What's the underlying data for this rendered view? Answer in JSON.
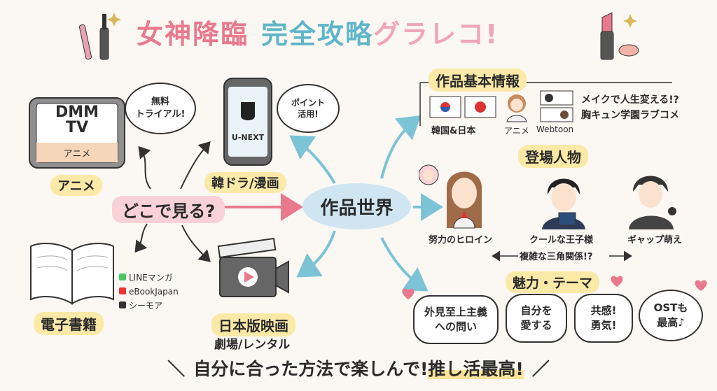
{
  "title": {
    "part1": "女神降臨",
    "part2": "完全攻略",
    "part3": "グラレコ!"
  },
  "center": {
    "label": "作品世界"
  },
  "where": {
    "label": "どこで見る?"
  },
  "dmm": {
    "logo_line1": "DMM",
    "logo_line2": "TV",
    "screen_tag": "アニメ",
    "caption": "アニメ",
    "bubble": "無料\nトライアル!"
  },
  "unext": {
    "logo": "U-NEXT",
    "caption": "韓ドラ/漫画",
    "bubble": "ポイント\n活用!"
  },
  "ebook": {
    "caption": "電子書籍",
    "services": [
      "LINEマンガ",
      "eBookJapan",
      "シーモア"
    ]
  },
  "film": {
    "caption": "日本版映画",
    "subcaption": "劇場/レンタル"
  },
  "info": {
    "heading": "作品基本情報",
    "origin_caption": "韓国&日本",
    "formats": [
      "アニメ",
      "Webtoon"
    ],
    "tagline1": "メイクで人生変える!?",
    "tagline2": "胸キュン学園ラブコメ"
  },
  "characters": {
    "heading": "登場人物",
    "list": [
      "努力のヒロイン",
      "クールな王子様",
      "ギャップ萌え"
    ],
    "relation": "複雑な三角関係!?"
  },
  "themes": {
    "heading": "魅力・テーマ",
    "items": [
      "外見至上主義\nへの問い",
      "自分を\n愛する",
      "共感!\n勇気!",
      "OSTも\n最高♪"
    ]
  },
  "footer": {
    "text": "自分に合った方法で楽しんで!",
    "highlight": "推し活最高!"
  },
  "colors": {
    "pink": "#e9798d",
    "blue": "#5fb6c9",
    "yellow": "#fbe9a8",
    "ink": "#2b2b2b"
  }
}
